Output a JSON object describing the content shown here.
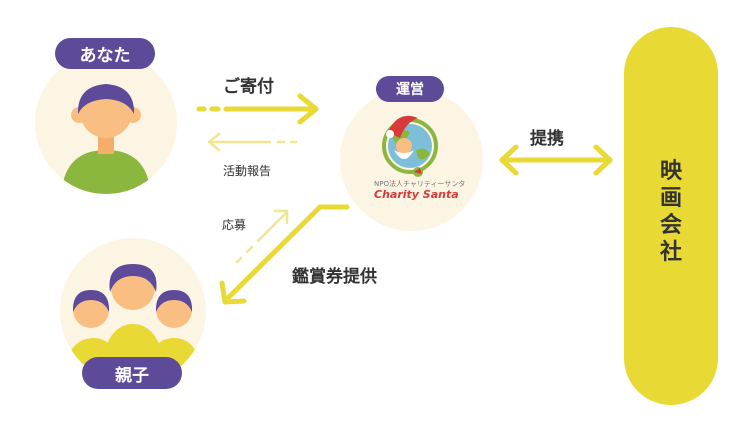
{
  "nodes": {
    "you": "あなた",
    "operator_role": "運営",
    "parent_child": "親子",
    "movie_company": "映画会社"
  },
  "logo": {
    "org_name": "NPO法人チャリティーサンタ",
    "brand": "Charity Santa"
  },
  "flows": {
    "donation": "ご寄付",
    "activity_report": "活動報告",
    "apply": "応募",
    "ticket_offer": "鑑賞券提供",
    "partnership": "提携"
  },
  "colors": {
    "accent_yellow": "#e9d935",
    "pill_purple": "#5d4a99",
    "circle_bg": "#fdf5e4",
    "skin": "#f9bf82",
    "hair": "#5d4a99",
    "shirt_green": "#8bb73f"
  }
}
